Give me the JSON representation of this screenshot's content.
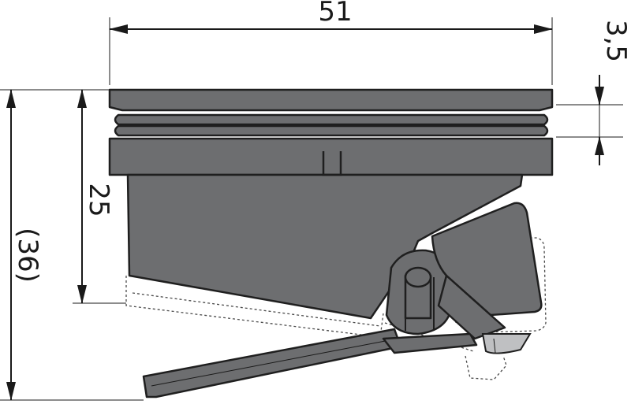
{
  "dimensions": {
    "width_label": "51",
    "flange_label": "3,5",
    "height_label": "25",
    "total_label": "(36)"
  },
  "colors": {
    "part_fill": "#6d6e70",
    "outline": "#1f1f1f",
    "dimension": "#1a1a1a"
  }
}
